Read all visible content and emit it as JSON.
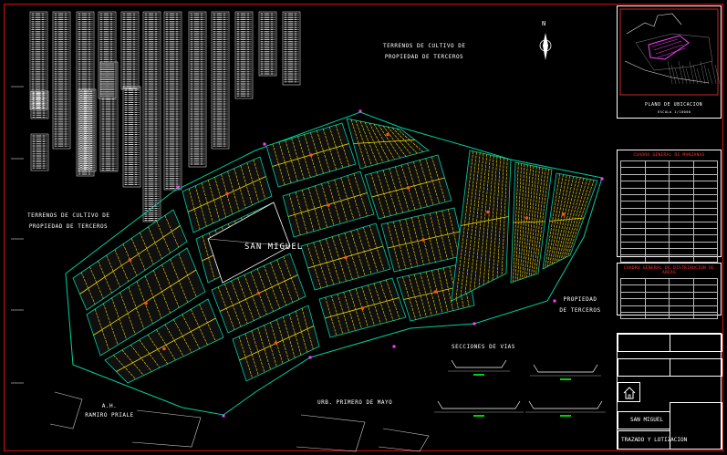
{
  "drawing": {
    "lot_name": "SAN MIGUEL",
    "north_letter": "N",
    "labels": {
      "terrenos_top_line1": "TERRENOS DE CULTIVO DE",
      "terrenos_top_line2": "PROPIEDAD DE TERCEROS",
      "terrenos_left_line1": "TERRENOS DE CULTIVO DE",
      "terrenos_left_line2": "PROPIEDAD DE TERCEROS",
      "propiedad_right_line1": "PROPIEDAD",
      "propiedad_right_line2": "DE TERCEROS",
      "ah_line1": "A.H.",
      "ah_line2": "RAMIRO PRIALE",
      "urb": "URB. PRIMERO DE MAYO",
      "secciones": "SECCIONES DE VIAS"
    }
  },
  "panels": {
    "location_title": "PLANO DE UBICACION",
    "location_subtitle": "ESCALA 1/10000",
    "table1_title": "CUADRO GENERAL DE MANZANAS",
    "table2_title": "CUADRO GENERAL DE DISTRIBUCION DE AREAS",
    "cartouche": {
      "project": "SAN MIGUEL",
      "sheet_title": "TRAZADO Y LOTIZACION"
    }
  },
  "colors": {
    "frame": "#d01010",
    "lot_fill": "#f5d800",
    "street_edge": "#00d0a0",
    "block_outline": "#ffffff",
    "magenta": "#ff40ff"
  }
}
